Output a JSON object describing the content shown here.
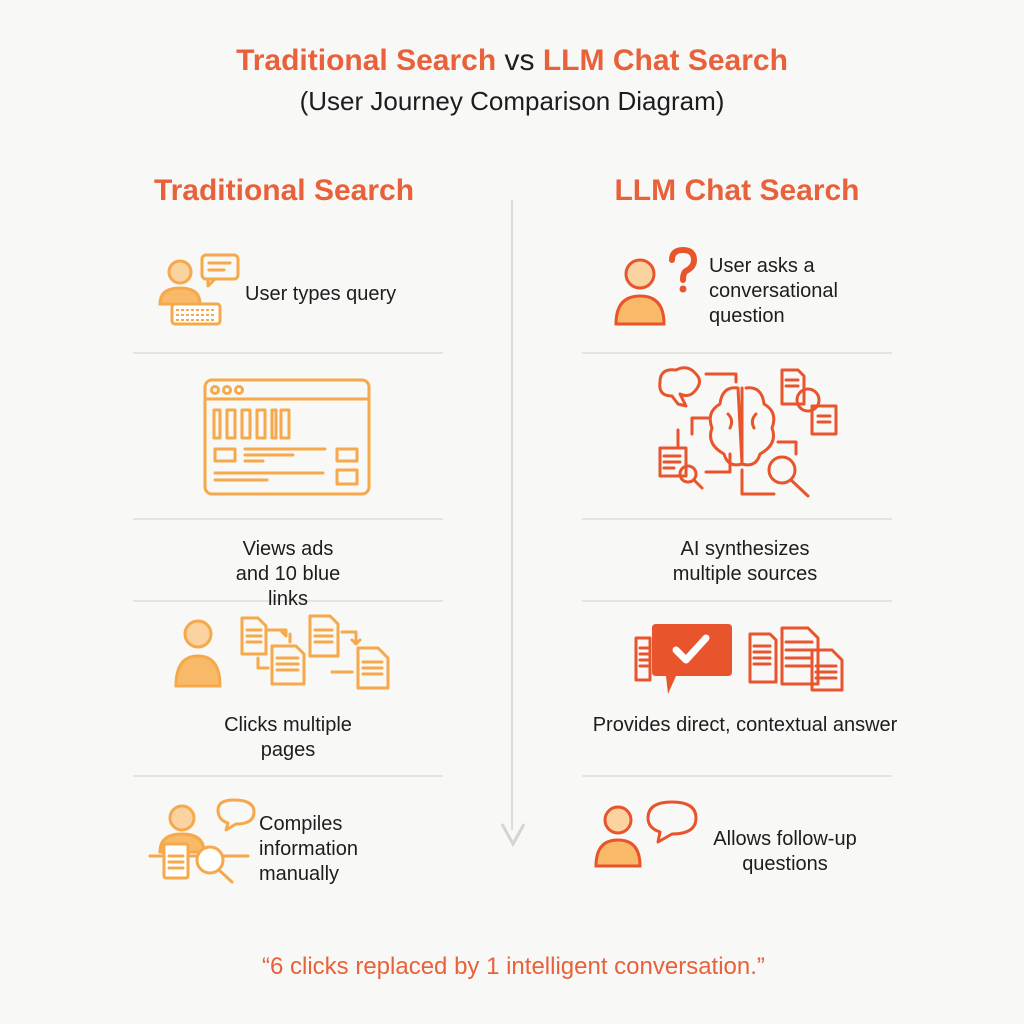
{
  "header": {
    "title_left": "Traditional Search",
    "title_vs": "vs",
    "title_right": "LLM Chat Search",
    "subtitle": "(User Journey Comparison Diagram)"
  },
  "left": {
    "heading": "Traditional Search",
    "steps": [
      {
        "label": "User types query",
        "icon": "user-keyboard-icon"
      },
      {
        "label": "Views ads and 10 blue links",
        "icon": "browser-results-icon"
      },
      {
        "label": "Clicks multiple pages",
        "icon": "user-documents-icon"
      },
      {
        "label": "Compiles information manually",
        "icon": "user-search-document-icon"
      }
    ]
  },
  "right": {
    "heading": "LLM Chat Search",
    "steps": [
      {
        "label": "User asks a conversational question",
        "icon": "user-question-icon"
      },
      {
        "label": "AI synthesizes multiple sources",
        "icon": "brain-sources-icon"
      },
      {
        "label": "Provides direct, contextual answer",
        "icon": "chat-check-documents-icon"
      },
      {
        "label": "Allows follow-up questions",
        "icon": "user-chat-icon"
      }
    ]
  },
  "quote": "“6 clicks replaced by 1 intelligent conversation.”",
  "colors": {
    "accent": "#e8613a",
    "left_icon": "#f5a94a",
    "right_icon": "#e8552c"
  }
}
